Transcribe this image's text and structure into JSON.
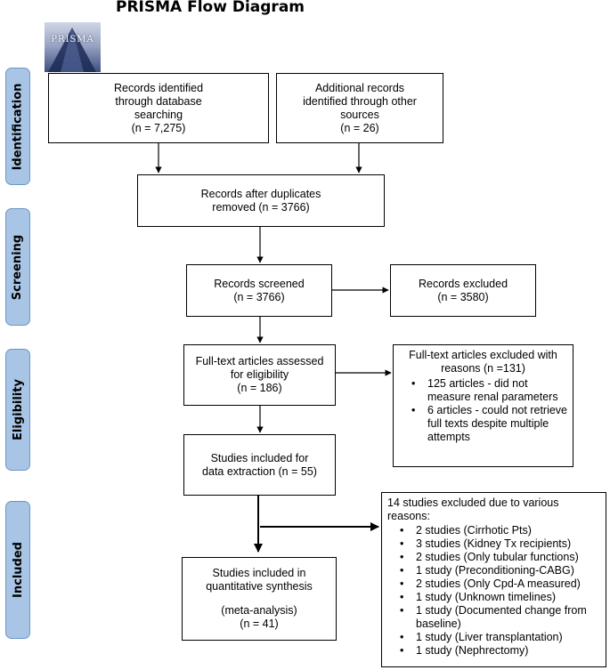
{
  "title": "PRISMA Flow Diagram",
  "logo_text": "PRISMA",
  "stages": {
    "identification": "Identification",
    "screening": "Screening",
    "eligibility": "Eligibility",
    "included": "Included"
  },
  "boxes": {
    "database": [
      "Records identified",
      "through database",
      "searching",
      "(n = 7,275)"
    ],
    "other_sources": [
      "Additional records",
      "identified through other",
      "sources",
      "(n = 26)"
    ],
    "duplicates": [
      "Records after duplicates",
      "removed (n = 3766)"
    ],
    "screened": [
      "Records screened",
      "(n = 3766)"
    ],
    "excluded": [
      "Records excluded",
      "(n = 3580)"
    ],
    "fulltext": [
      "Full-text articles assessed",
      "for eligibility",
      "(n = 186)"
    ],
    "fulltext_excluded": {
      "heading": [
        "Full-text articles excluded with",
        "reasons (n =131)"
      ],
      "bullets": [
        "125 articles - did not measure renal parameters",
        "6 articles - could not retrieve full texts despite multiple attempts"
      ]
    },
    "extraction": [
      "Studies included for",
      "data extraction (n = 55)"
    ],
    "synthesis": {
      "lines": [
        "Studies included in",
        "quantitative synthesis"
      ],
      "tail": [
        "(meta-analysis)",
        "(n = 41)"
      ]
    },
    "excluded_14": {
      "heading": "14 studies excluded due to various reasons:",
      "bullets": [
        "2 studies (Cirrhotic Pts)",
        "3 studies (Kidney Tx recipients)",
        "2 studies (Only tubular functions)",
        "1 study (Preconditioning-CABG)",
        "2 studies (Only Cpd-A measured)",
        "1 study (Unknown timelines)",
        "1 study (Documented change from baseline)",
        "1 study (Liver transplantation)",
        "1 study (Nephrectomy)"
      ]
    }
  },
  "colors": {
    "stage_fill": "#a9c5e6",
    "stage_border": "#6a96c8",
    "arrow": "#000000"
  }
}
